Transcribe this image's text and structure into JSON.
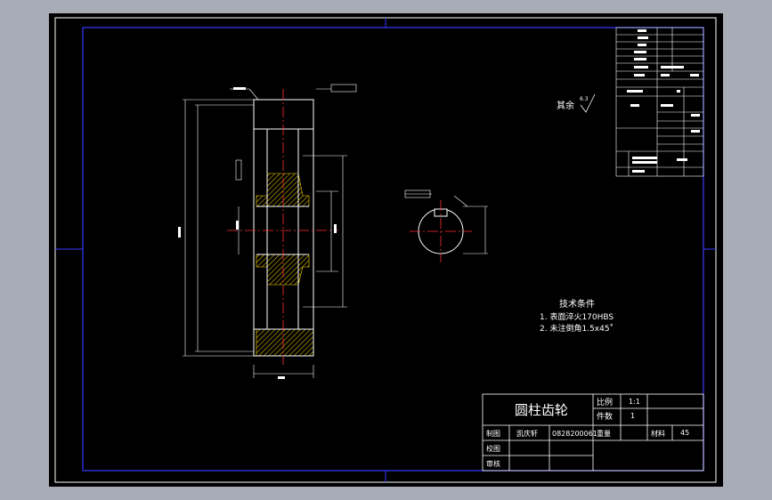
{
  "drawing": {
    "roughness_note": "其余",
    "roughness_symbol_value": "6.3",
    "tech_requirements": {
      "heading": "技术条件",
      "lines": [
        "1. 表面淬火170HBS",
        "2. 未注倒角1.5x45˚"
      ]
    },
    "title_block": {
      "part_name": "圆柱齿轮",
      "scale_label": "比例",
      "scale_value": "1:1",
      "qty_label": "件数",
      "qty_value": "1",
      "drawn_label": "制图",
      "drawer_name": "凯庆轩",
      "drawing_number": "0828200061",
      "weight_label": "重量",
      "material_label": "材料",
      "material_value": "45",
      "check_label": "校图",
      "review_label": "审核"
    },
    "colors": {
      "frame_outer": "#ffffff",
      "frame_inner": "#3a3aff",
      "outline": "#ffffff",
      "centerline": "#ff3030",
      "dimension": "#ffffff",
      "hatch": "#ffd700"
    }
  }
}
